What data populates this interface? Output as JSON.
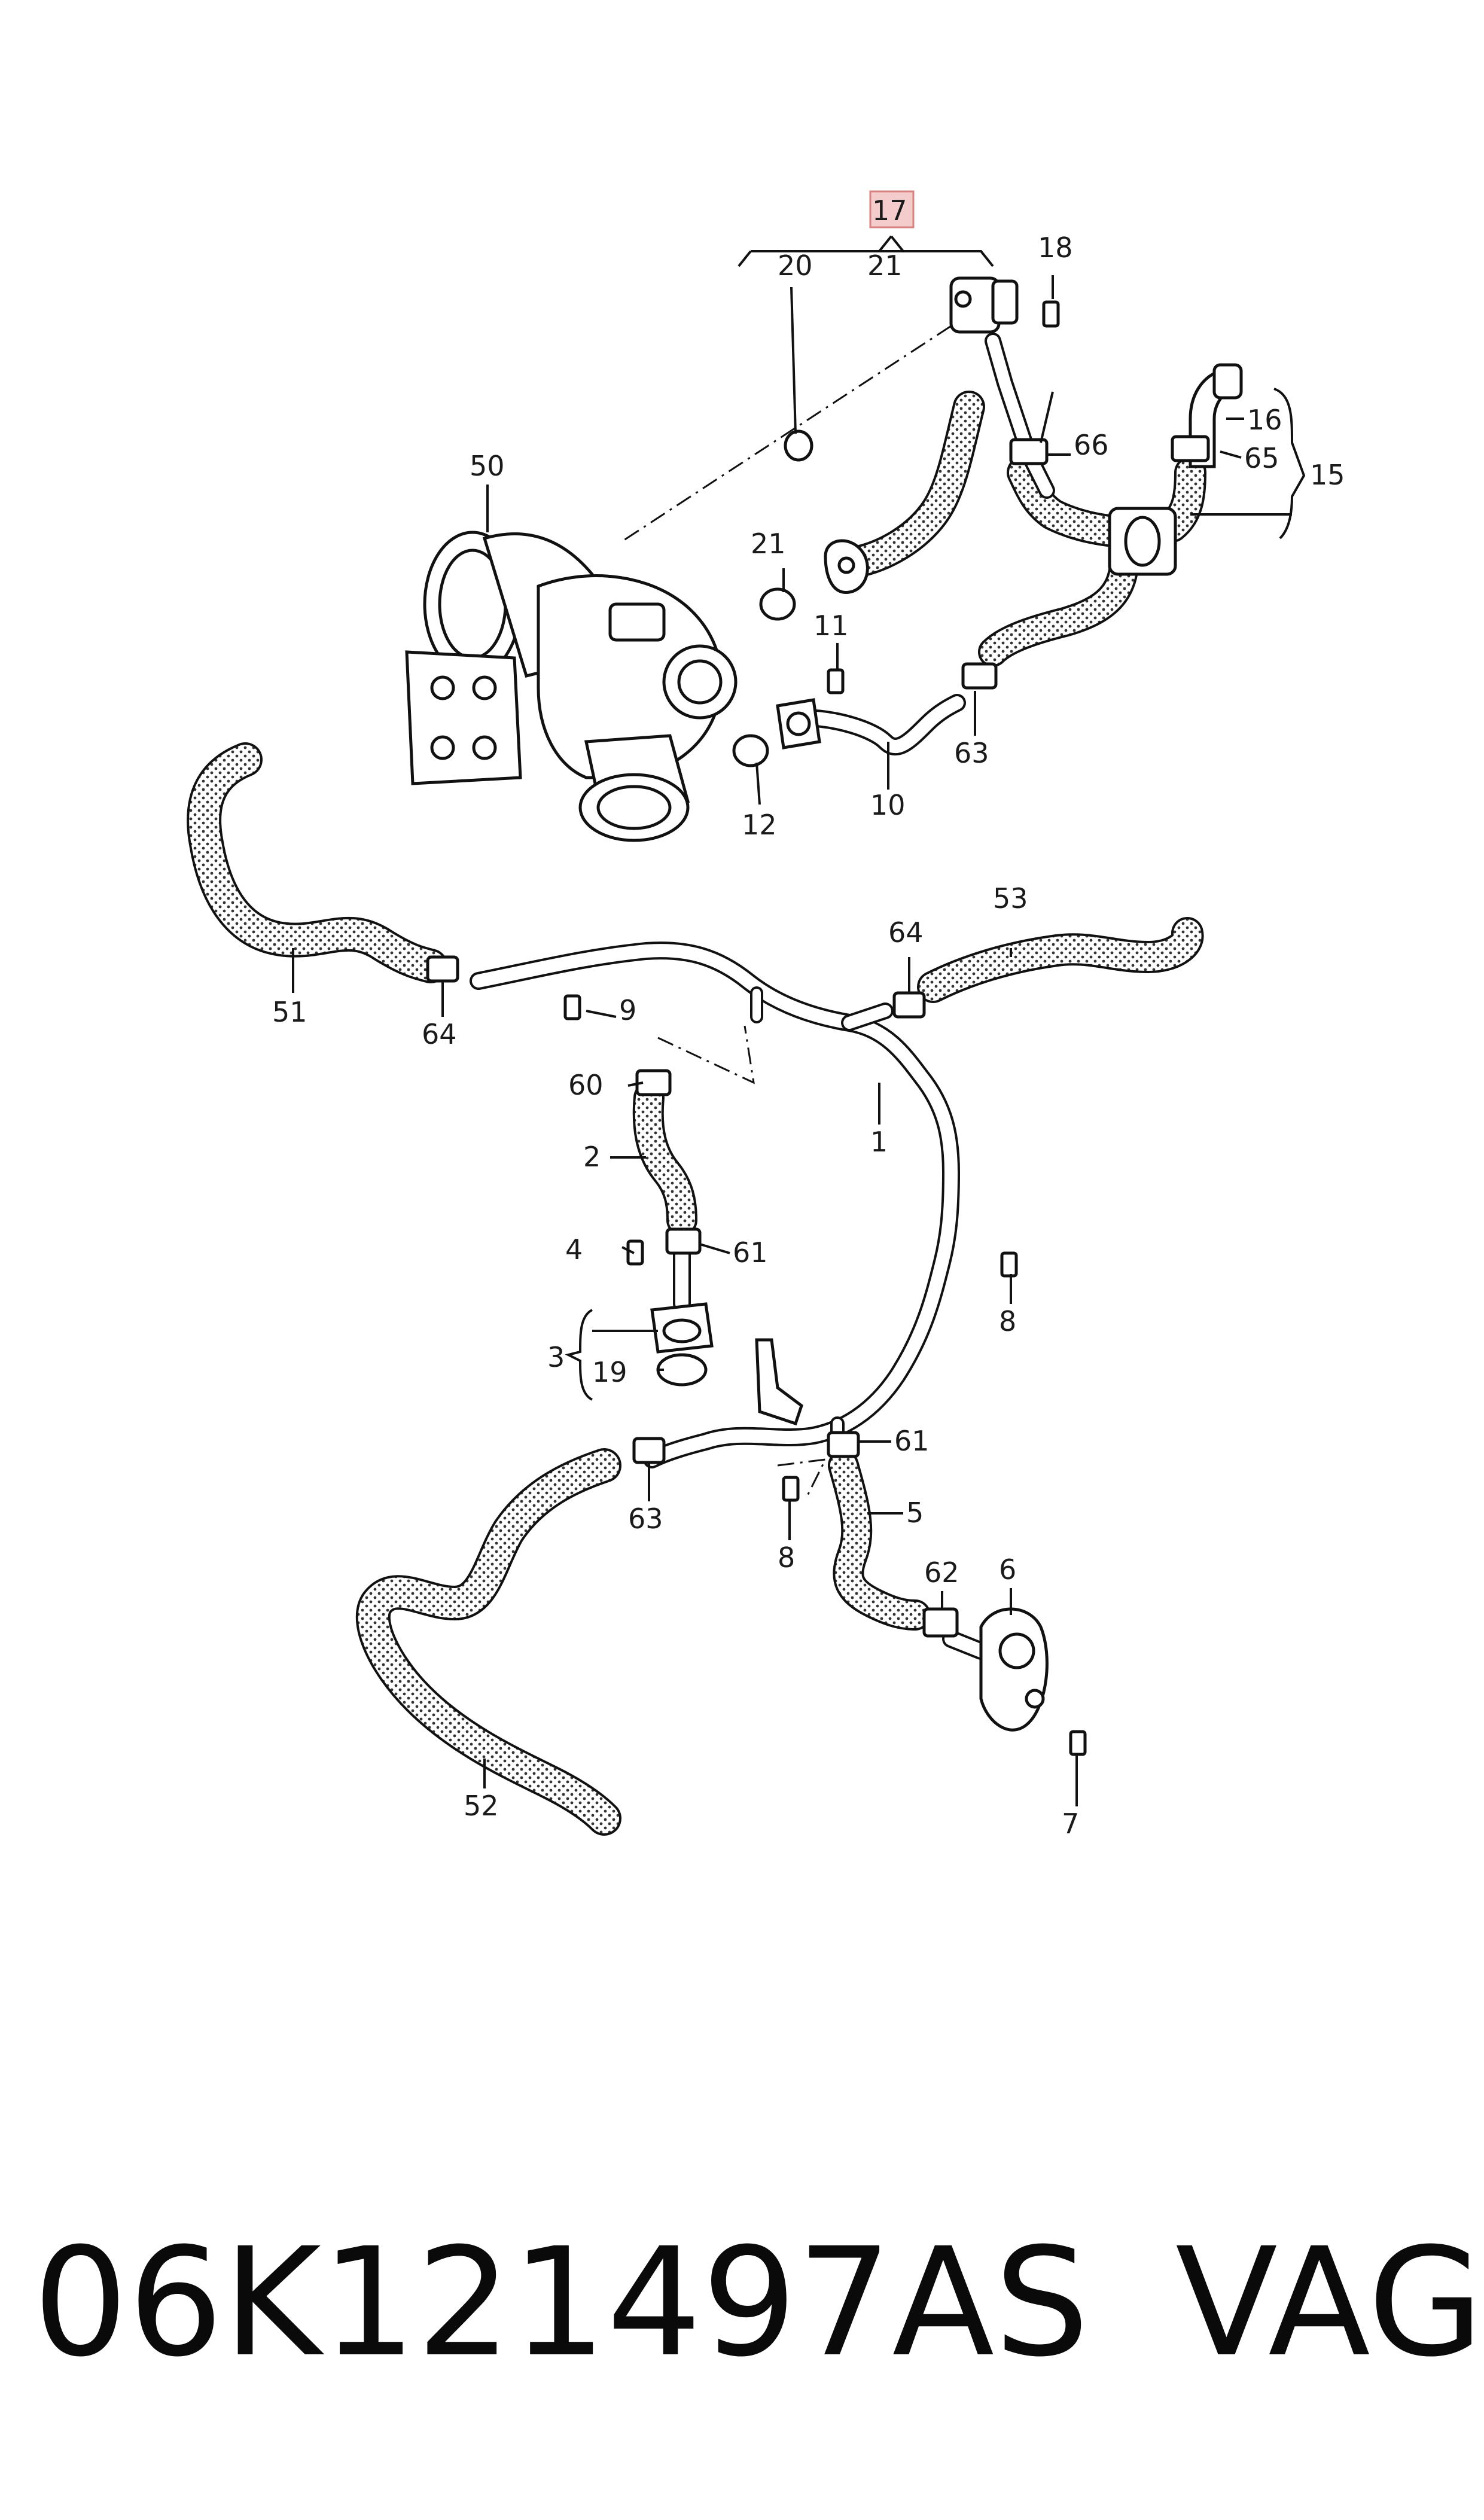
{
  "diagram": {
    "highlight_color": "#f4cccc",
    "highlight_border": "#d98080",
    "callouts": [
      "17",
      "21",
      "20",
      "18",
      "16",
      "66",
      "65",
      "15",
      "50",
      "21",
      "11",
      "63",
      "10",
      "12",
      "53",
      "64",
      "51",
      "64",
      "9",
      "60",
      "1",
      "2",
      "4",
      "61",
      "8",
      "3",
      "19",
      "61",
      "63",
      "5",
      "8",
      "62",
      "6",
      "7",
      "52"
    ]
  },
  "footer": {
    "part_number": "06K121497AS",
    "brand": "VAG"
  }
}
